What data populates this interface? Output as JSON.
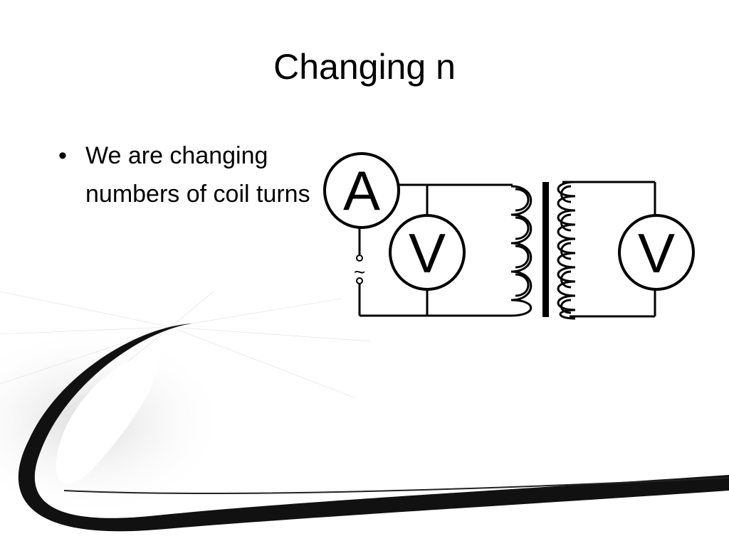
{
  "slide": {
    "title": "Changing n",
    "bullets": [
      "We are changing numbers of coil turns"
    ]
  },
  "circuit": {
    "ammeter_label": "A",
    "primary_voltmeter_label": "V",
    "secondary_voltmeter_label": "V",
    "source_symbol": "~"
  }
}
